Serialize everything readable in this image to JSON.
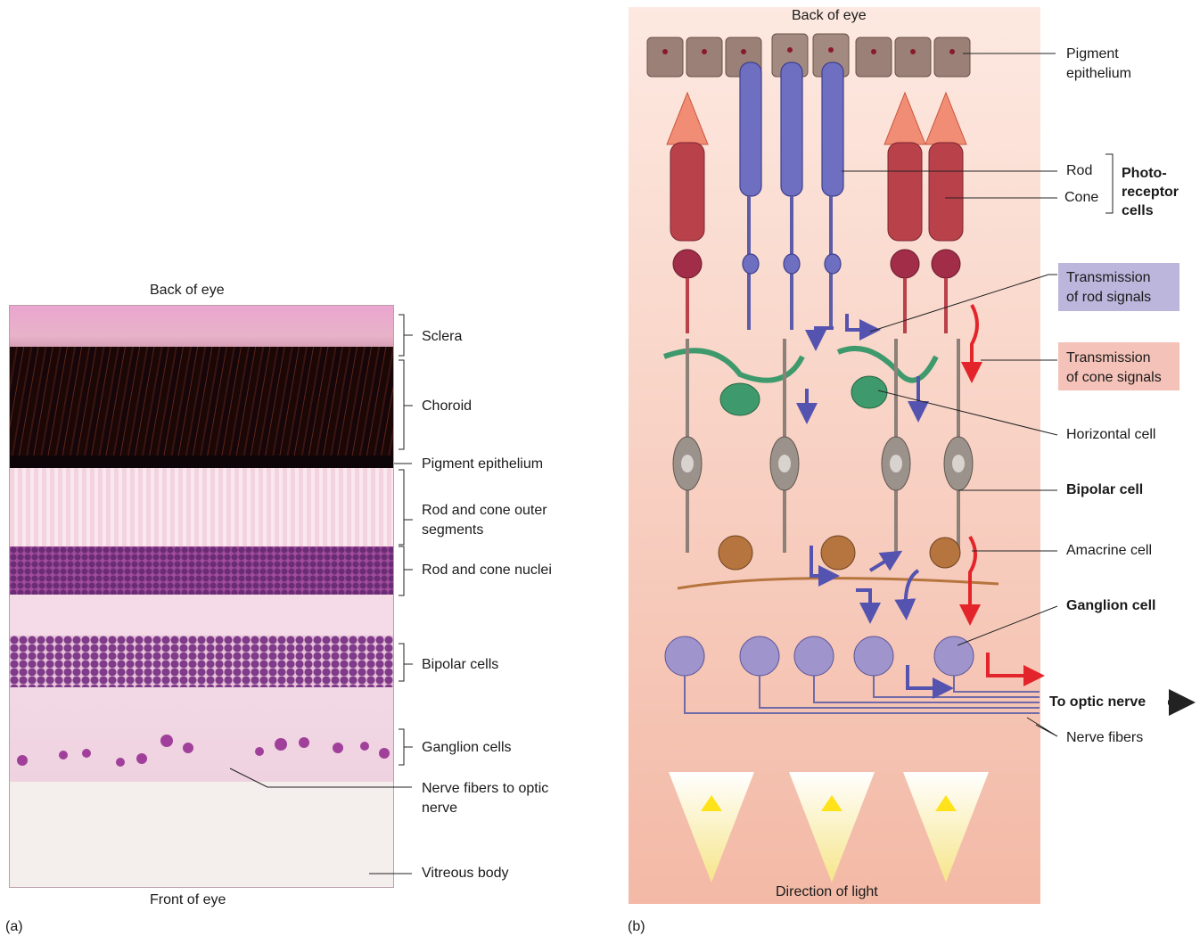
{
  "panel_a": {
    "letter": "(a)",
    "top_label": "Back of eye",
    "bottom_label": "Front of eye",
    "labels": {
      "sclera": "Sclera",
      "choroid": "Choroid",
      "pigment": "Pigment epithelium",
      "outer_seg_1": "Rod and cone outer",
      "outer_seg_2": "segments",
      "nuclei": "Rod and cone nuclei",
      "bipolar": "Bipolar cells",
      "ganglion": "Ganglion cells",
      "fibers_1": "Nerve fibers to optic",
      "fibers_2": "nerve",
      "vitreous": "Vitreous body"
    }
  },
  "panel_b": {
    "letter": "(b)",
    "top_label": "Back of eye",
    "bottom_label": "Direction of light",
    "labels": {
      "pigment_1": "Pigment",
      "pigment_2": "epithelium",
      "rod": "Rod",
      "cone": "Cone",
      "photo_1": "Photo-",
      "photo_2": "receptor",
      "photo_3": "cells",
      "rod_sig_1": "Transmission",
      "rod_sig_2": "of rod signals",
      "cone_sig_1": "Transmission",
      "cone_sig_2": "of cone signals",
      "horizontal": "Horizontal cell",
      "bipolar": "Bipolar cell",
      "amacrine": "Amacrine cell",
      "ganglion": "Ganglion cell",
      "optic": "To optic nerve",
      "fibers": "Nerve fibers"
    }
  },
  "colors": {
    "rod_box": "#bcb5dc",
    "cone_box": "#f4c2b8",
    "rod_arrow": "#5553b0",
    "cone_arrow": "#e3252b",
    "horizontal_cell": "#3e9a6c",
    "ganglion_cell": "#9f95cc"
  }
}
